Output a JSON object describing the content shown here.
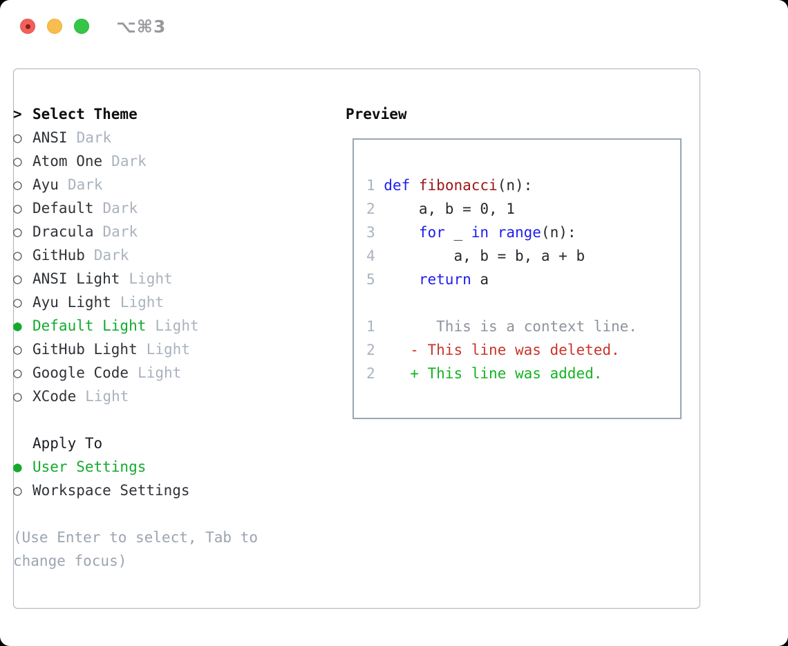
{
  "window": {
    "title": "⌥⌘3"
  },
  "traffic_lights": {
    "close": "red-circle-with-dot",
    "minimize": "yellow-circle",
    "zoom": "green-circle"
  },
  "icons": {
    "pointer": ">",
    "radio_selected": "●",
    "radio_unselected": "○"
  },
  "colors": {
    "keyword": "#1d1df0",
    "function_name": "#9c1515",
    "code_plain": "#26282c",
    "line_number": "#a9b2be",
    "context_line": "#8e949c",
    "removed_line": "#c9342a",
    "added_line": "#12b322",
    "selected_green": "#14aa2d",
    "tag_gray": "#a9b2be",
    "hint_gray": "#9ba4b0",
    "panel_border": "#a9b2be",
    "preview_border": "#9aa5b1",
    "title_gray": "#97999d",
    "traffic_red": "#f2605a",
    "traffic_red_dot": "#8c1d18",
    "traffic_yellow": "#f8bd4f",
    "traffic_green": "#34c648"
  },
  "theme_list": {
    "header": "Select Theme",
    "items": [
      {
        "name": "ANSI",
        "tag": "Dark",
        "selected": false
      },
      {
        "name": "Atom One",
        "tag": "Dark",
        "selected": false
      },
      {
        "name": "Ayu",
        "tag": "Dark",
        "selected": false
      },
      {
        "name": "Default",
        "tag": "Dark",
        "selected": false
      },
      {
        "name": "Dracula",
        "tag": "Dark",
        "selected": false
      },
      {
        "name": "GitHub",
        "tag": "Dark",
        "selected": false
      },
      {
        "name": "ANSI Light",
        "tag": "Light",
        "selected": false
      },
      {
        "name": "Ayu Light",
        "tag": "Light",
        "selected": false
      },
      {
        "name": "Default Light",
        "tag": "Light",
        "selected": true
      },
      {
        "name": "GitHub Light",
        "tag": "Light",
        "selected": false
      },
      {
        "name": "Google Code",
        "tag": "Light",
        "selected": false
      },
      {
        "name": "XCode",
        "tag": "Light",
        "selected": false
      }
    ]
  },
  "apply_to": {
    "header": "Apply To",
    "items": [
      {
        "name": "User Settings",
        "selected": true
      },
      {
        "name": "Workspace Settings",
        "selected": false
      }
    ]
  },
  "hint_lines": [
    "(Use Enter to select, Tab to",
    "change focus)"
  ],
  "preview": {
    "header": "Preview",
    "lines": [
      {
        "tokens": [
          {
            "t": "1 ",
            "c": "lineno"
          },
          {
            "t": "def",
            "c": "keyword"
          },
          {
            "t": " ",
            "c": "plain"
          },
          {
            "t": "fibonacci",
            "c": "function"
          },
          {
            "t": "(n):",
            "c": "plain"
          }
        ]
      },
      {
        "tokens": [
          {
            "t": "2 ",
            "c": "lineno"
          },
          {
            "t": "    a, b = 0, 1",
            "c": "plain"
          }
        ]
      },
      {
        "tokens": [
          {
            "t": "3 ",
            "c": "lineno"
          },
          {
            "t": "    ",
            "c": "plain"
          },
          {
            "t": "for",
            "c": "keyword"
          },
          {
            "t": " _ ",
            "c": "plain"
          },
          {
            "t": "in",
            "c": "keyword"
          },
          {
            "t": " ",
            "c": "plain"
          },
          {
            "t": "range",
            "c": "keyword"
          },
          {
            "t": "(n):",
            "c": "plain"
          }
        ]
      },
      {
        "tokens": [
          {
            "t": "4 ",
            "c": "lineno"
          },
          {
            "t": "        a, b = b, a + b",
            "c": "plain"
          }
        ]
      },
      {
        "tokens": [
          {
            "t": "5 ",
            "c": "lineno"
          },
          {
            "t": "    ",
            "c": "plain"
          },
          {
            "t": "return",
            "c": "keyword"
          },
          {
            "t": " a",
            "c": "plain"
          }
        ]
      },
      {
        "tokens": []
      },
      {
        "tokens": [
          {
            "t": "1",
            "c": "lineno"
          },
          {
            "t": "       This is a context line.",
            "c": "context"
          }
        ]
      },
      {
        "tokens": [
          {
            "t": "2",
            "c": "lineno"
          },
          {
            "t": "    - This line was deleted.",
            "c": "removed"
          }
        ]
      },
      {
        "tokens": [
          {
            "t": "2",
            "c": "lineno"
          },
          {
            "t": "    + This line was added.",
            "c": "added"
          }
        ]
      }
    ]
  }
}
